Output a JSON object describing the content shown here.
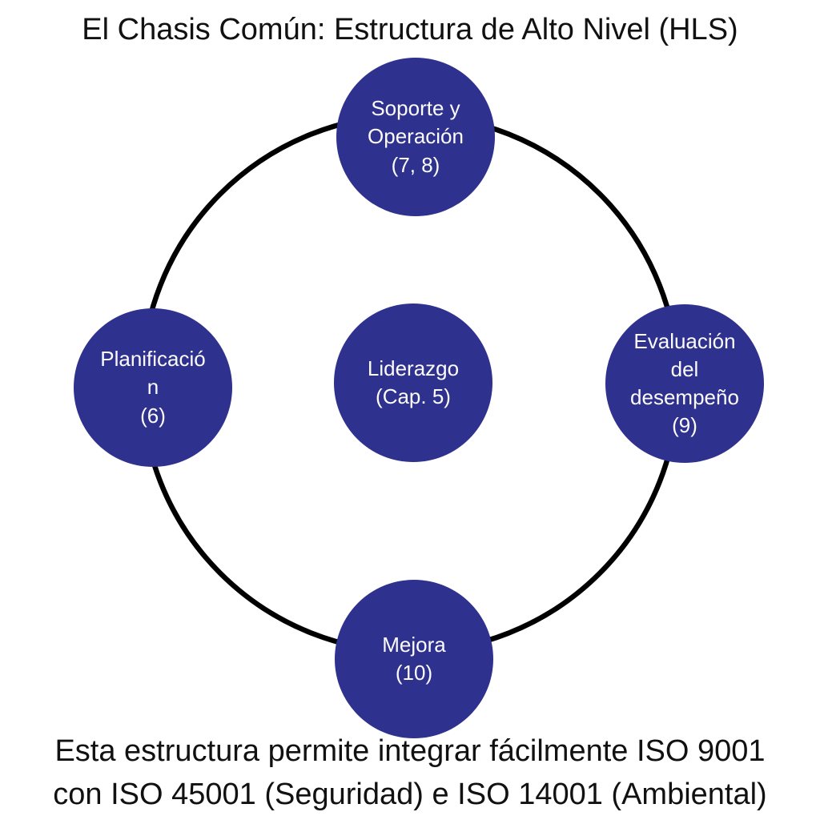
{
  "title": "El Chasis Común: Estructura de Alto Nivel (HLS)",
  "caption": "Esta estructura permite integrar fácilmente ISO 9001\ncon ISO 45001 (Seguridad) e ISO 14001 (Ambiental)",
  "nodes": [
    {
      "id": "soporte-operacion",
      "position": "top",
      "text": "Soporte y\nOperación\n(7, 8)"
    },
    {
      "id": "planificacion",
      "position": "left",
      "text": "Planificació\nn\n(6)"
    },
    {
      "id": "liderazgo",
      "position": "center",
      "text": "Liderazgo\n(Cap. 5)"
    },
    {
      "id": "evaluacion-del-desempeno",
      "position": "right",
      "text": "Evaluación\ndel\ndesempeño\n(9)"
    },
    {
      "id": "mejora",
      "position": "bottom",
      "text": "Mejora\n(10)"
    }
  ],
  "colors": {
    "background": "#FFFFFF",
    "node_fill": "#2F318E",
    "node_text": "#FBFBFB",
    "ring_stroke": "#000000",
    "text": "#111111"
  }
}
